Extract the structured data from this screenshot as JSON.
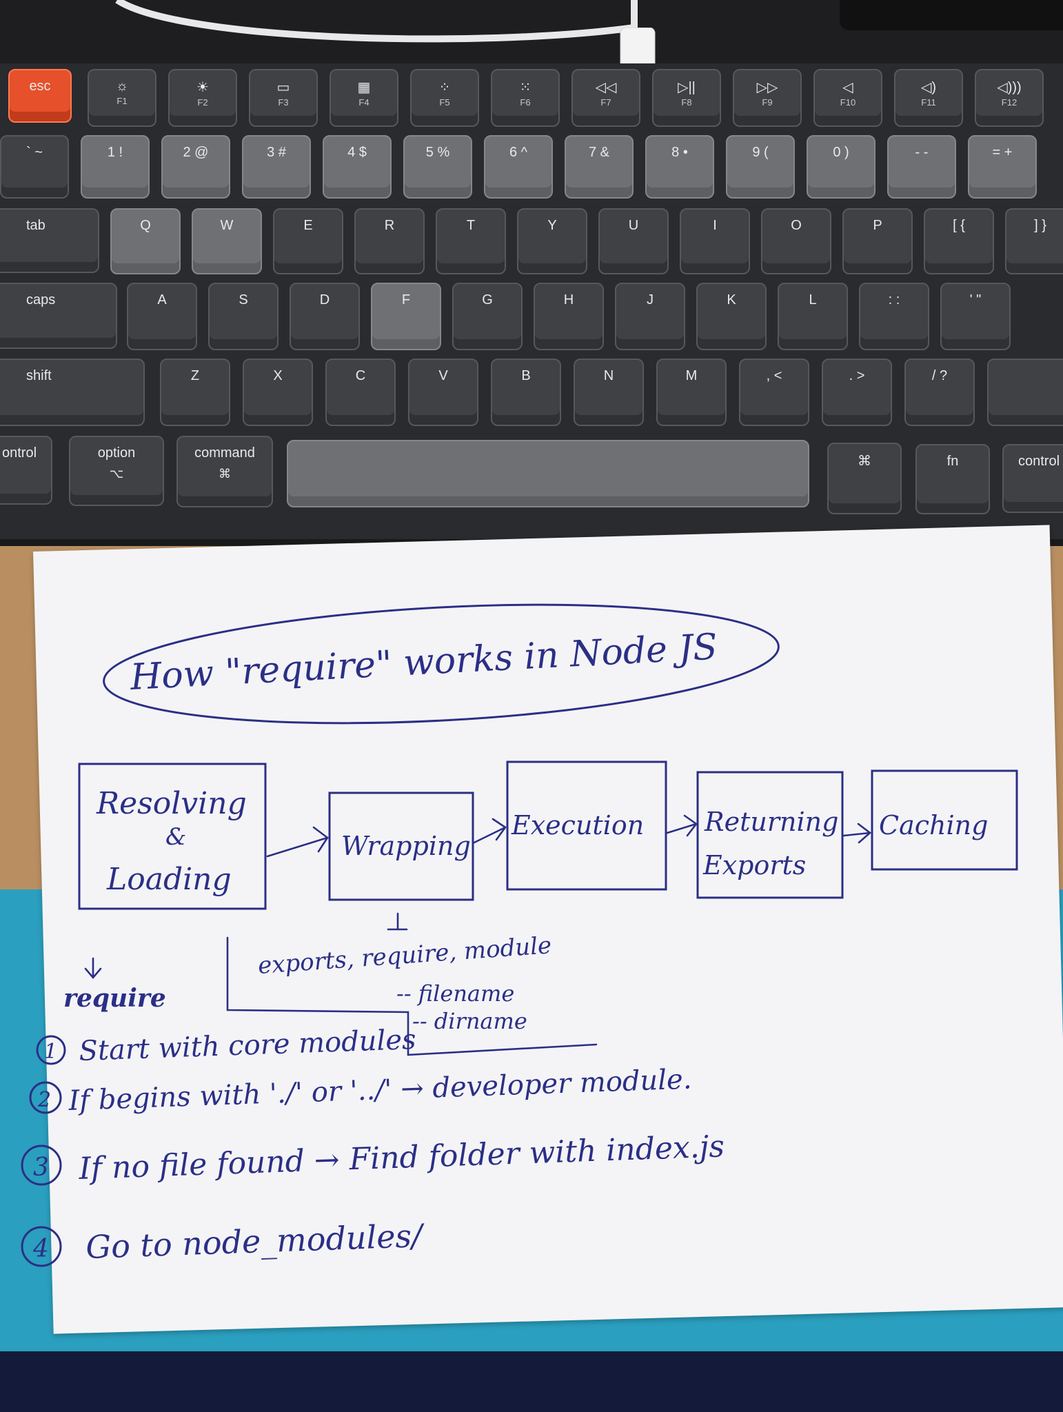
{
  "keyboard": {
    "fn_row": [
      "esc",
      "F1",
      "F2",
      "F3",
      "F4",
      "F5",
      "F6",
      "F7",
      "F8",
      "F9",
      "F10",
      "F11",
      "F12"
    ],
    "num_row": [
      "1 !",
      "2 @",
      "3 #",
      "4 $",
      "5 %",
      "6 ^",
      "7 &",
      "8 •",
      "9 (",
      "0 )",
      "- -",
      "= +"
    ],
    "row_q": [
      "tab",
      "Q",
      "W",
      "E",
      "R",
      "T",
      "Y",
      "U",
      "I",
      "O",
      "P",
      "[ {",
      "] }"
    ],
    "row_a": [
      "caps",
      "A",
      "S",
      "D",
      "F",
      "G",
      "H",
      "J",
      "K",
      "L",
      ": :",
      "' \""
    ],
    "row_z": [
      "shift",
      "Z",
      "X",
      "C",
      "V",
      "B",
      "N",
      "M",
      ", <",
      ". >",
      "/ ?"
    ],
    "bottom": [
      "ontrol",
      "option",
      "⌥",
      "command",
      "⌘",
      "⌘",
      "fn",
      "control"
    ],
    "colors": {
      "case": "#2a2b2e",
      "dark_key": "#3f4144",
      "light_key": "#6e7074",
      "esc_key": "#e6502a"
    }
  },
  "notes": {
    "title": "How \"require\" works in Node JS",
    "stages": [
      "Resolving",
      "&",
      "Loading",
      "Wrapping",
      "Execution",
      "Returning",
      "Exports",
      "Caching"
    ],
    "wrap_params": [
      "exports, require, module",
      "-- filename",
      "-- dirname"
    ],
    "require_label": "require",
    "steps": [
      {
        "num": "1",
        "text": "Start with core modules"
      },
      {
        "num": "2",
        "text": "If begins with './' or '../' → developer module."
      },
      {
        "num": "3",
        "text": "If no file found → Find folder with index.js"
      },
      {
        "num": "4",
        "text": "Go to node_modules/"
      }
    ],
    "ink_color": "#2b2f86"
  }
}
